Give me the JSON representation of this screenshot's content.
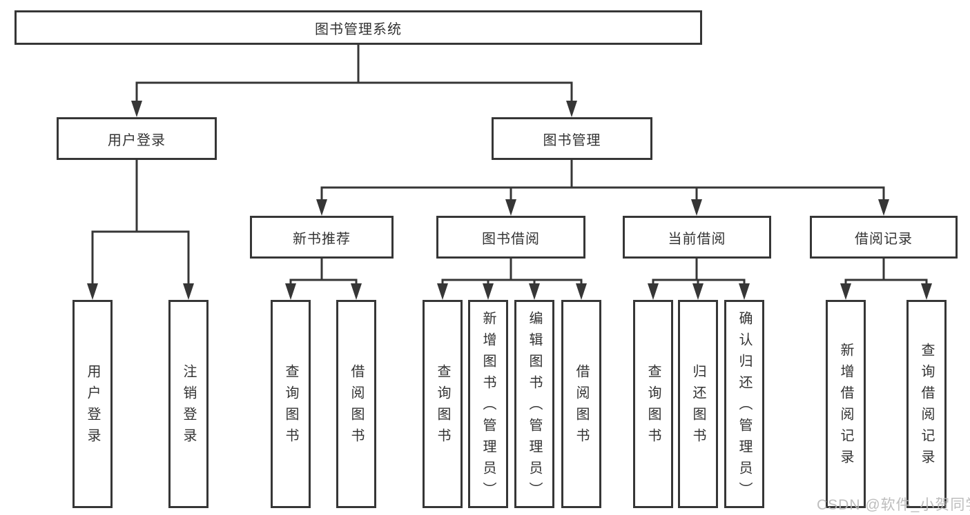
{
  "tree": {
    "label": "图书管理系统",
    "children": [
      {
        "label": "用户登录",
        "children": [
          {
            "label": "用户登录"
          },
          {
            "label": "注销登录"
          }
        ]
      },
      {
        "label": "图书管理",
        "children": [
          {
            "label": "新书推荐",
            "children": [
              {
                "label": "查询图书"
              },
              {
                "label": "借阅图书"
              }
            ]
          },
          {
            "label": "图书借阅",
            "children": [
              {
                "label": "查询图书"
              },
              {
                "label": "新增图书（管理员）"
              },
              {
                "label": "编辑图书（管理员）"
              },
              {
                "label": "借阅图书"
              }
            ]
          },
          {
            "label": "当前借阅",
            "children": [
              {
                "label": "查询图书"
              },
              {
                "label": "归还图书"
              },
              {
                "label": "确认归还（管理员）"
              }
            ]
          },
          {
            "label": "借阅记录",
            "children": [
              {
                "label": "新增借阅记录"
              },
              {
                "label": "查询借阅记录"
              }
            ]
          }
        ]
      }
    ]
  },
  "colors": {
    "line": "#363636",
    "text": "#333333",
    "watermark": "#b7b7b7"
  },
  "watermark": "CSDN @软件_小贺同学"
}
